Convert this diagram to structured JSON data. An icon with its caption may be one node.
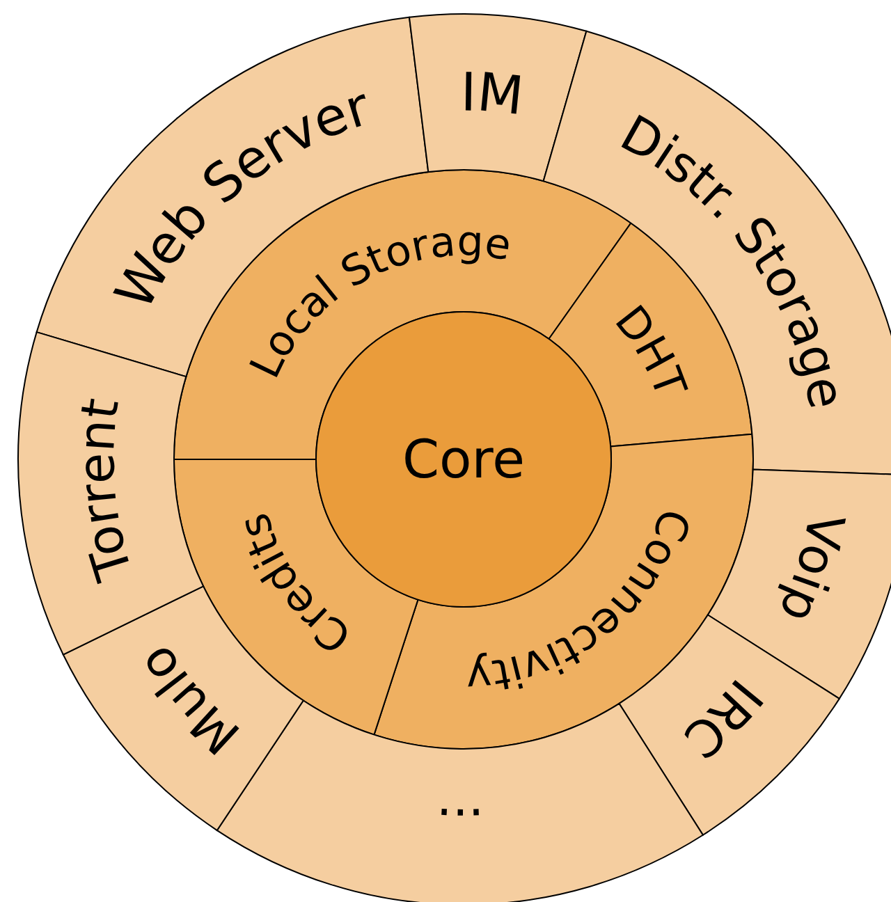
{
  "diagram": {
    "nodes": [
      {
        "text": [
          "Core"
        ]
      },
      {
        "text": [
          "Local Storage"
        ]
      },
      {
        "text": [
          "DHT"
        ]
      },
      {
        "text": [
          "Connectivity"
        ]
      },
      {
        "text": [
          "Credits"
        ]
      },
      {
        "text": [
          "Web Server"
        ]
      },
      {
        "text": [
          "IM"
        ]
      },
      {
        "text": [
          "Distr. Storage"
        ]
      },
      {
        "text": [
          "Voip"
        ]
      },
      {
        "text": [
          "IRC"
        ]
      },
      {
        "text": [
          "..."
        ]
      },
      {
        "text": [
          "Mulo"
        ]
      },
      {
        "text": [
          "Torrent"
        ]
      }
    ]
  }
}
